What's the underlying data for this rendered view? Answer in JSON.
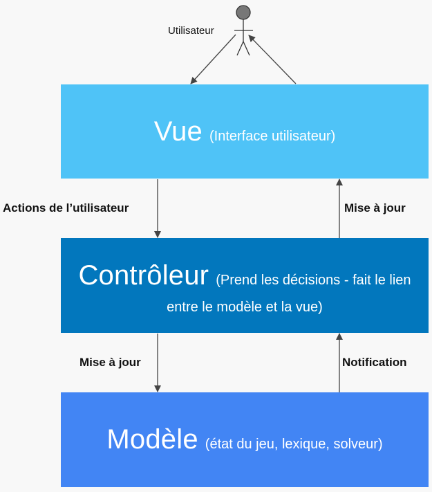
{
  "actor": {
    "label": "Utilisateur"
  },
  "layers": {
    "vue": {
      "title": "Vue",
      "subtitle": "(Interface utilisateur)",
      "color": "#4fc3f7"
    },
    "controleur": {
      "title": "Contrôleur",
      "subtitle": "(Prend les décisions - fait le lien entre le modèle et la vue)",
      "color": "#0277bd"
    },
    "modele": {
      "title": "Modèle",
      "subtitle": "(état du jeu, lexique, solveur)",
      "color": "#4285f4"
    }
  },
  "edges": {
    "vue_to_controleur": "Actions de l’utilisateur",
    "controleur_to_vue": "Mise à jour",
    "controleur_to_modele": "Mise à jour",
    "modele_to_controleur": "Notification"
  },
  "colors": {
    "arrow": "#444444",
    "actor_head": "#777777"
  }
}
